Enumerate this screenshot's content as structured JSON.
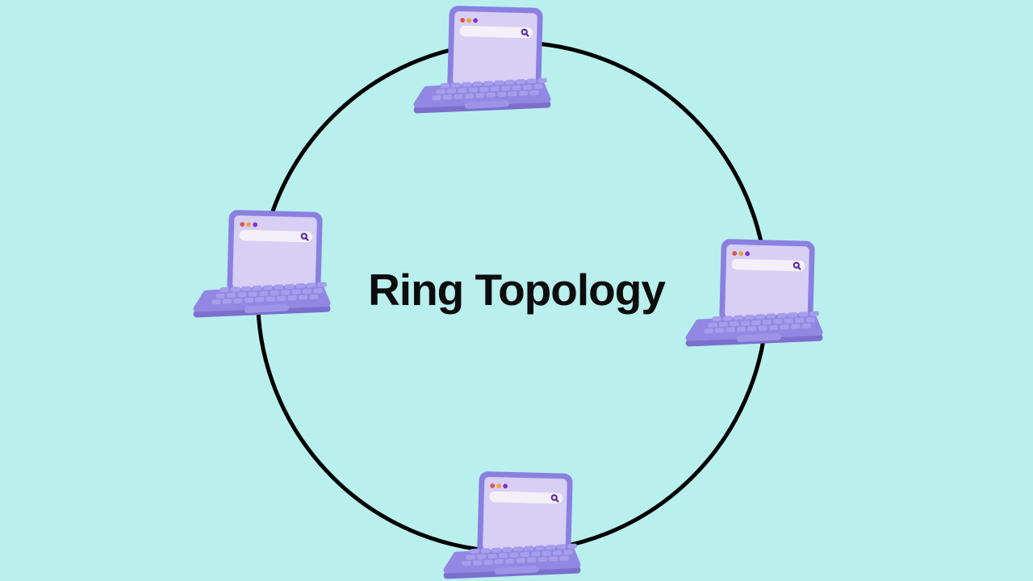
{
  "title": "Ring Topology",
  "colors": {
    "background": "#b9f0ee",
    "ring": "#000000",
    "title_color": "#0d0d0d",
    "laptop_frame": "#8b7fe0",
    "laptop_screen": "#d7cff4",
    "laptop_base": "#9287e2",
    "laptop_base_dark": "#7c6fce",
    "laptop_keys": "#a89dec",
    "laptop_trackpad": "#9e93e8",
    "searchbar": "#f3f1f7",
    "dot_red": "#e0524e",
    "dot_orange": "#f0a232",
    "dot_purple": "#7c2fd2",
    "magnifier": "#5b2ca0"
  },
  "diagram": {
    "type": "ring",
    "description": "Four computers connected in a closed ring network",
    "node_count": 4,
    "nodes": [
      {
        "id": "computer-node-top",
        "label": "computer",
        "position": "top"
      },
      {
        "id": "computer-node-right",
        "label": "computer",
        "position": "right"
      },
      {
        "id": "computer-node-bottom",
        "label": "computer",
        "position": "bottom"
      },
      {
        "id": "computer-node-left",
        "label": "computer",
        "position": "left"
      }
    ]
  }
}
